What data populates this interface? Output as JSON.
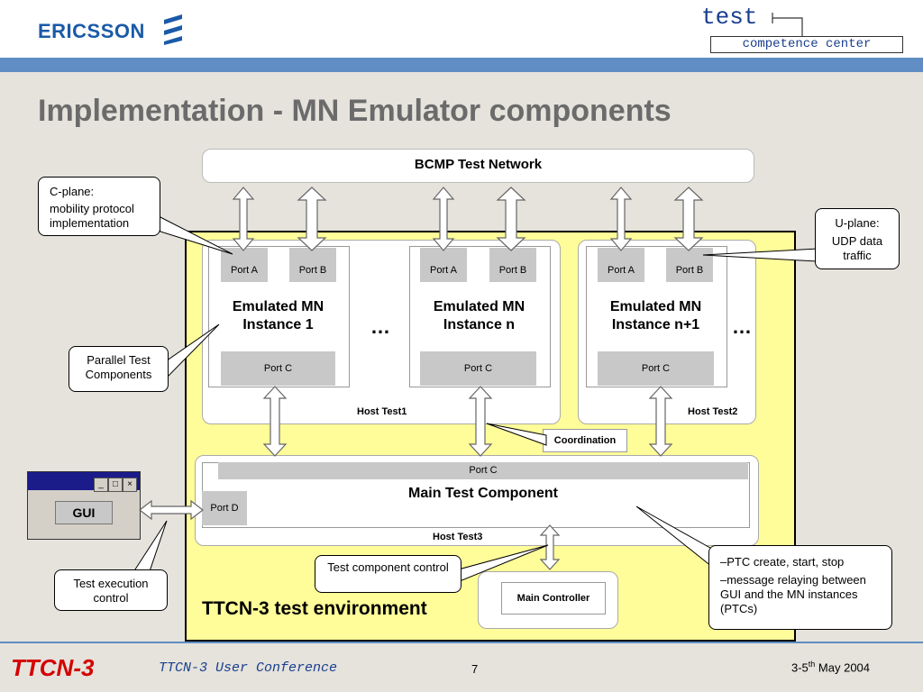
{
  "header": {
    "brand": "ERICSSON",
    "test_word": "test",
    "competence": "competence center"
  },
  "title": "Implementation - MN Emulator components",
  "network": "BCMP Test Network",
  "ports": {
    "a": "Port A",
    "b": "Port B",
    "c": "Port C",
    "d": "Port D"
  },
  "hosts": {
    "h1": "Host Test1",
    "h2": "Host Test2",
    "h3": "Host Test3"
  },
  "instances": {
    "i1_l1": "Emulated MN",
    "i1_l2": "Instance 1",
    "in_l1": "Emulated MN",
    "in_l2": "Instance n",
    "in1_l1": "Emulated MN",
    "in1_l2": "Instance n+1"
  },
  "ellipsis": "…",
  "coordination": "Coordination",
  "mtc": "Main Test Component",
  "main_controller": "Main Controller",
  "env_label": "TTCN-3 test environment",
  "gui": "GUI",
  "callouts": {
    "cplane_1": "C-plane:",
    "cplane_2": "mobility protocol implementation",
    "uplane_1": "U-plane:",
    "uplane_2": "UDP data traffic",
    "ptc": "Parallel Test Components",
    "tcc": "Test component control",
    "tec": "Test execution control",
    "mtc_1": "–PTC create, start, stop",
    "mtc_2": "–message relaying between GUI and the MN instances (PTCs)"
  },
  "footer": {
    "logo": "TTCN-3",
    "conference": "TTCN-3 User Conference",
    "page": "7",
    "date_pre": "3-5",
    "date_sup": "th",
    "date_post": " May 2004"
  },
  "colors": {
    "blue": "#5f8dc4",
    "env": "#fffd99",
    "port": "#c8c8c8",
    "red": "#d40000"
  }
}
